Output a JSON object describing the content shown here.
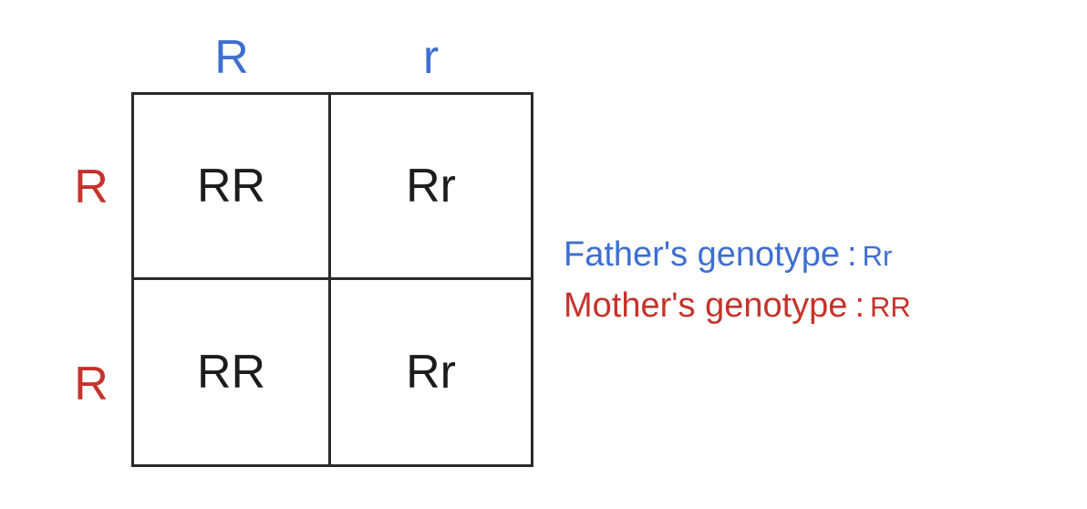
{
  "punnett": {
    "father_alleles": [
      "R",
      "r"
    ],
    "mother_alleles": [
      "R",
      "R"
    ],
    "cells": [
      [
        "RR",
        "Rr"
      ],
      [
        "RR",
        "Rr"
      ]
    ]
  },
  "legend": {
    "father_label": "Father's genotype",
    "father_genotype": "Rr",
    "mother_label": "Mother's genotype",
    "mother_genotype": "RR",
    "separator": ":"
  },
  "colors": {
    "father": "#3e6fd0",
    "mother": "#c5332b",
    "cell_text": "#1c1c1c",
    "grid_line": "#2a2a2a"
  }
}
